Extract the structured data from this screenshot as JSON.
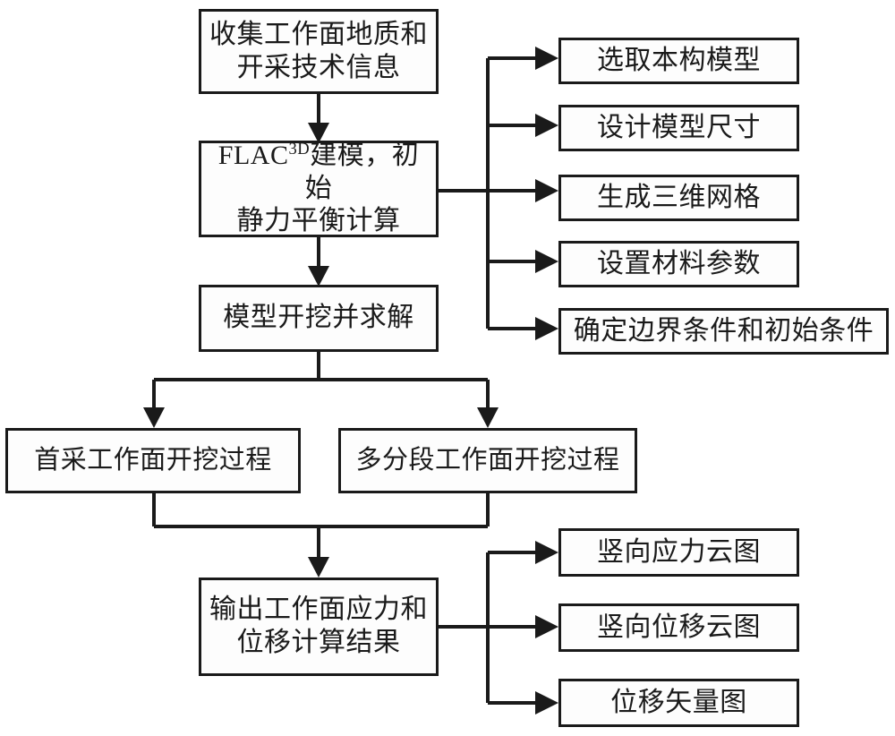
{
  "diagram": {
    "title": "FLAC3D 数值模拟流程图",
    "orientation": "top-to-bottom",
    "palette": {
      "background": "#ffffff",
      "node_fill": "#fdfdfd",
      "stroke": "#1a1a1a"
    },
    "main_flow": [
      {
        "id": "n1",
        "label": "收集工作面地质和\n开采技术信息"
      },
      {
        "id": "n2",
        "label_html": "FLAC3D建模，初始\n静力平衡计算",
        "label_main": "FLAC",
        "label_sup": "3D",
        "label_rest": "建模，初始\n静力平衡计算"
      },
      {
        "id": "n3",
        "label": "模型开挖并求解"
      },
      {
        "id": "n4",
        "label": "首采工作面开挖过程"
      },
      {
        "id": "n5",
        "label": "多分段工作面开挖过程"
      },
      {
        "id": "n6",
        "label": "输出工作面应力和\n位移计算结果"
      }
    ],
    "modeling_steps": [
      {
        "id": "s1",
        "label": "选取本构模型"
      },
      {
        "id": "s2",
        "label": "设计模型尺寸"
      },
      {
        "id": "s3",
        "label": "生成三维网格"
      },
      {
        "id": "s4",
        "label": "设置材料参数"
      },
      {
        "id": "s5",
        "label": "确定边界条件和初始条件"
      }
    ],
    "outputs": [
      {
        "id": "o1",
        "label": "竖向应力云图"
      },
      {
        "id": "o2",
        "label": "竖向位移云图"
      },
      {
        "id": "o3",
        "label": "位移矢量图"
      }
    ],
    "edges": [
      {
        "from": "n1",
        "to": "n2",
        "type": "arrow-down"
      },
      {
        "from": "n2",
        "to": "n3",
        "type": "arrow-down"
      },
      {
        "from": "n2",
        "to": "modeling_steps",
        "type": "bus-right-fanout"
      },
      {
        "from": "n3",
        "to": "n4",
        "type": "split-arrow-down-left"
      },
      {
        "from": "n3",
        "to": "n5",
        "type": "split-arrow-down-right"
      },
      {
        "from": "n4,n5",
        "to": "n6",
        "type": "merge-arrow-down"
      },
      {
        "from": "n6",
        "to": "outputs",
        "type": "bus-right-fanout"
      }
    ]
  }
}
